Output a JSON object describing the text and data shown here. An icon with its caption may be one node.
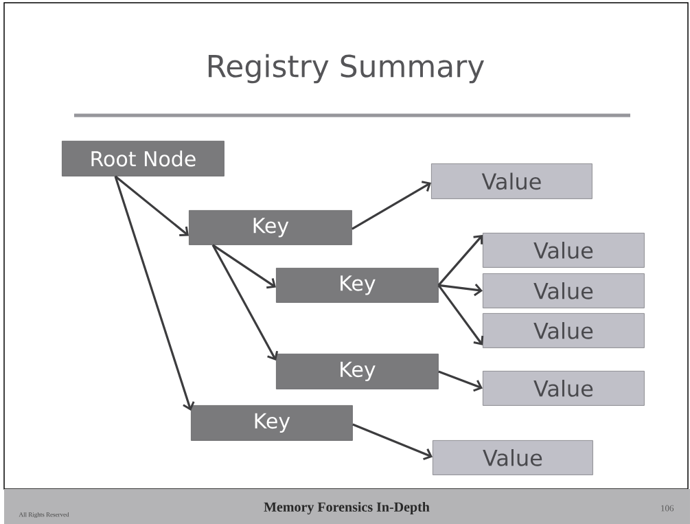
{
  "diagram": {
    "title": "Registry Summary",
    "nodes": [
      {
        "text": [
          "Root Node"
        ]
      },
      {
        "text": [
          "Key"
        ]
      },
      {
        "text": [
          "Value"
        ]
      },
      {
        "text": [
          "Key"
        ]
      },
      {
        "text": [
          "Value"
        ]
      },
      {
        "text": [
          "Value"
        ]
      },
      {
        "text": [
          "Value"
        ]
      },
      {
        "text": [
          "Key"
        ]
      },
      {
        "text": [
          "Value"
        ]
      },
      {
        "text": [
          "Key"
        ]
      },
      {
        "text": [
          "Value"
        ]
      }
    ],
    "edges": [
      {
        "from": 0,
        "to": 1,
        "arrow": "to"
      },
      {
        "from": 0,
        "to": 9,
        "arrow": "to"
      },
      {
        "from": 1,
        "to": 2,
        "arrow": "to"
      },
      {
        "from": 1,
        "to": 3,
        "arrow": "to"
      },
      {
        "from": 1,
        "to": 7,
        "arrow": "to"
      },
      {
        "from": 3,
        "to": 4,
        "arrow": "to"
      },
      {
        "from": 3,
        "to": 5,
        "arrow": "to"
      },
      {
        "from": 3,
        "to": 6,
        "arrow": "to"
      },
      {
        "from": 7,
        "to": 8,
        "arrow": "to"
      },
      {
        "from": 9,
        "to": 10,
        "arrow": "to"
      }
    ],
    "labels": [
      "All Rights Reserved",
      "Memory Forensics In-Depth",
      "106"
    ]
  }
}
